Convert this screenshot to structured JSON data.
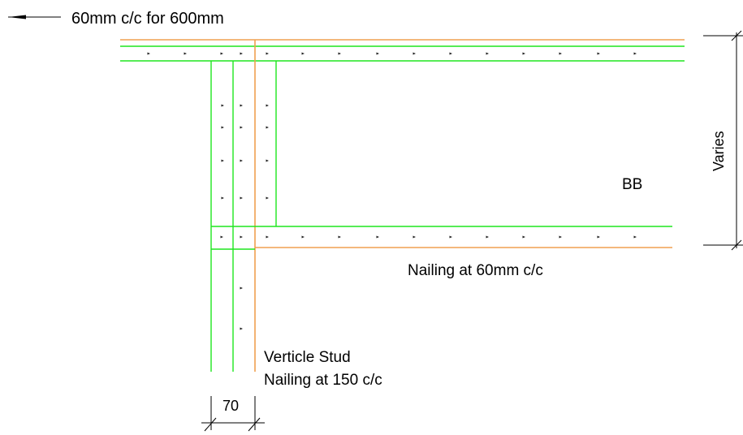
{
  "labels": {
    "top_note": "60mm c/c  for 600mm",
    "region_label": "BB",
    "nailing_note": "Nailing at 60mm c/c",
    "stud_title": "Verticle Stud",
    "stud_nailing": "Nailing at 150 c/c",
    "dimension_width": "70",
    "dimension_height": "Varies"
  },
  "colors": {
    "member_lines": "#1ee61e",
    "centerlines": "#f0a050",
    "nail_marks": "#222222",
    "dimension_lines": "#000000"
  }
}
